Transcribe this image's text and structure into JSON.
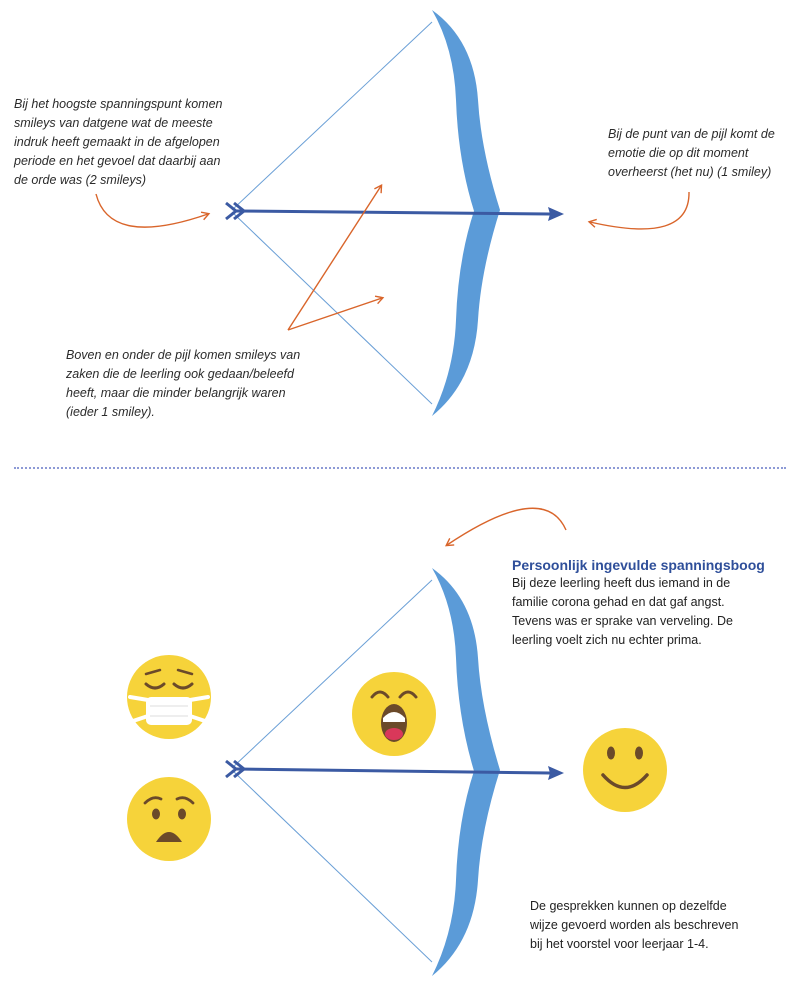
{
  "diagram_top": {
    "note_peak": "Bij het hoogste spanningspunt komen\nsmileys van datgene wat de meeste\nindruk heeft gemaakt in de afgelopen\nperiode en het gevoel dat daarbij aan\nde orde was (2 smileys)",
    "note_tip": "Bij de punt van de pijl komt de\nemotie die op dit moment\noverheerst (het nu) (1 smiley)",
    "note_sides": "Boven en onder de pijl komen smileys van\nzaken die de leerling ook gedaan/beleefd\nheeft, maar die minder belangrijk waren\n(ieder 1 smiley)."
  },
  "diagram_bottom": {
    "heading": "Persoonlijk ingevulde spanningsboog",
    "description": "Bij deze leerling heeft dus iemand in de\nfamilie corona gehad en dat gaf angst.\nTevens was er sprake van verveling. De\nleerling voelt zich nu echter prima.",
    "footer": "De gesprekken kunnen op dezelfde\nwijze gevoerd worden als beschreven\nbij het voorstel voor leerjaar 1-4.",
    "emojis": [
      "mask-face",
      "worried-face",
      "yawning-face",
      "smiling-face"
    ]
  },
  "colors": {
    "bow": "#5b9bd8",
    "arrow": "#3b5aa3",
    "string": "#6a9fd6",
    "callout": "#d9652b",
    "emoji": "#f6d33a",
    "emoji_features": "#6b4a2a",
    "heading": "#2f4f9a",
    "divider": "#8d9ad6"
  }
}
